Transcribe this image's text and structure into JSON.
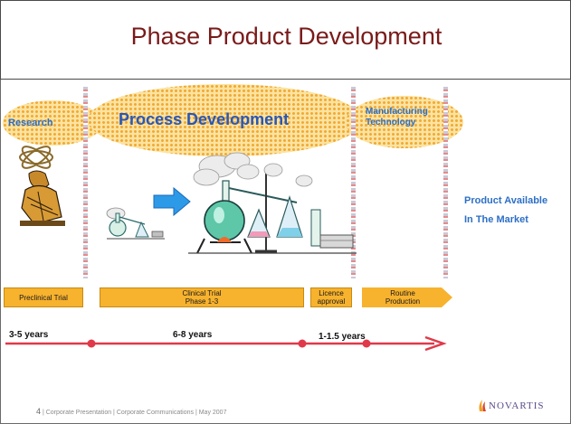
{
  "title": "Phase Product Development",
  "stages": {
    "research": "Research",
    "process_development": "Process Development",
    "manufacturing_line1": "Manufacturing",
    "manufacturing_line2": "Technology"
  },
  "market": {
    "line1": "Product Available",
    "line2": "In The Market"
  },
  "phases": {
    "preclinical": "Preclinical Trial",
    "clinical_line1": "Clinical Trial",
    "clinical_line2": "Phase 1-3",
    "licence_line1": "Licence",
    "licence_line2": "approval",
    "routine_line1": "Routine",
    "routine_line2": "Production"
  },
  "durations": {
    "d1": "3-5 years",
    "d2": "6-8 years",
    "d3": "1-1.5 years"
  },
  "footer": {
    "page_number": "4",
    "text": "| Corporate Presentation | Corporate Communications | May 2007"
  },
  "logo": {
    "text": "NOVARTIS"
  },
  "colors": {
    "title": "#7a1a1a",
    "stage_label": "#2c6fc6",
    "cloud": "#f2a933",
    "phase_bar": "#f7b22e",
    "timeline": "#e0394a",
    "arrow": "#2d9ae8"
  },
  "icons": {
    "researcher": "researcher-illustration",
    "small_lab": "small-lab-equipment-illustration",
    "large_lab": "large-lab-equipment-illustration",
    "arrow": "right-arrow-icon",
    "logo_mark": "novartis-flame-icon"
  }
}
